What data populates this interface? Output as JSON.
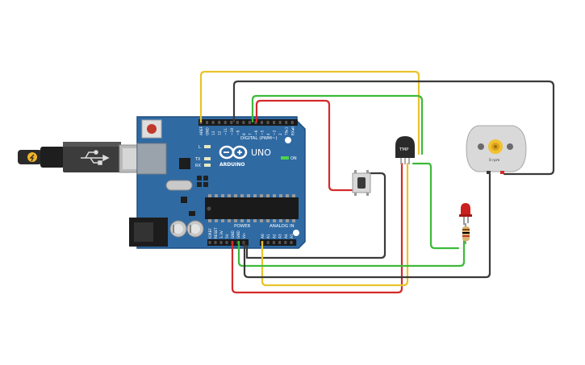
{
  "board": {
    "brand": "ARDUINO",
    "model": "UNO",
    "digital_header": "DIGITAL (PWM~)",
    "power_header": "POWER",
    "analog_header": "ANALOG IN",
    "on_led": "ON",
    "led_l": "L",
    "led_tx": "TX",
    "led_rx": "RX",
    "digital_pins": [
      "AREF",
      "GND",
      "13",
      "12",
      "~11",
      "~10",
      "~9",
      "8",
      "7",
      "~6",
      "~5",
      "4",
      "~3",
      "2",
      "TX▸1",
      "RX◂0"
    ],
    "power_pins": [
      "IOREF",
      "RESET",
      "3.3V",
      "5V",
      "GND",
      "GND",
      "Vin"
    ],
    "analog_pins": [
      "A0",
      "A1",
      "A2",
      "A3",
      "A4",
      "A5"
    ]
  },
  "sensor": {
    "label": "TMP"
  },
  "motor": {
    "speed": "0 rpm"
  },
  "colors": {
    "board": "#2f6aa3",
    "board_edge": "#1f4e7e",
    "wire_red": "#d42a2a",
    "wire_black": "#3a3a3a",
    "wire_green": "#3dba3a",
    "wire_yellow": "#e9c42b",
    "led": "#cc1f1f"
  }
}
